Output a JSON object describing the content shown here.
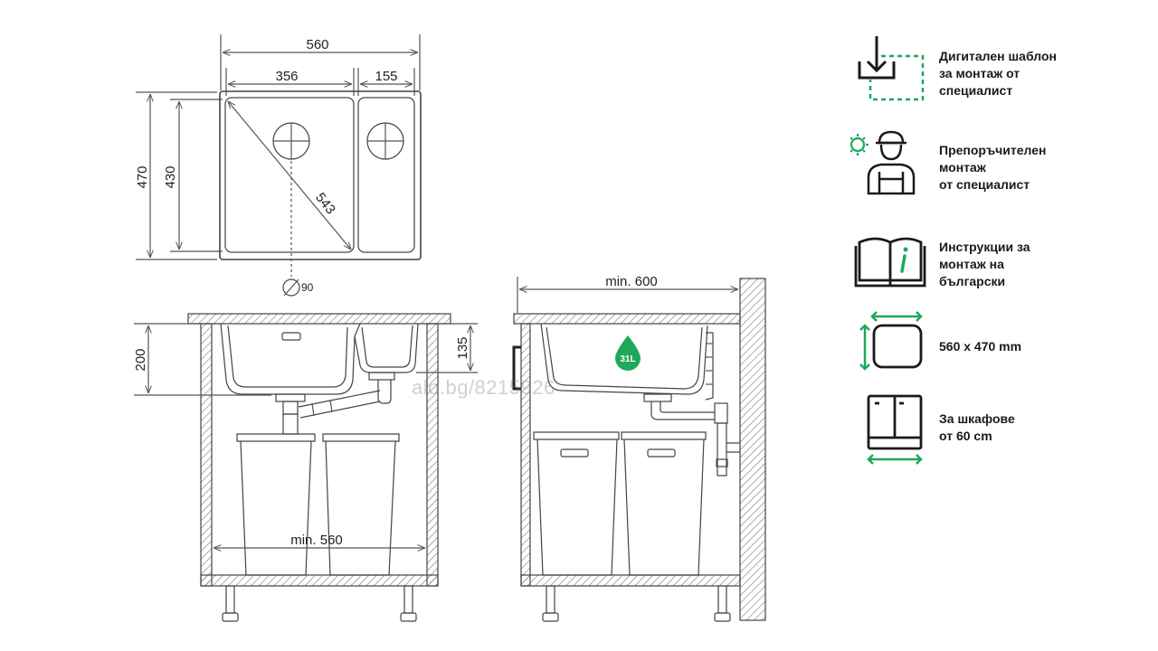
{
  "top_view": {
    "overall_width": "560",
    "main_bowl_width": "356",
    "small_bowl_width": "155",
    "overall_depth": "470",
    "bowl_depth": "430",
    "diagonal": "543",
    "drain_diameter": "90"
  },
  "front_view": {
    "bowl_height": "200",
    "small_bowl_height": "135",
    "cabinet_min_width": "min. 560"
  },
  "side_view": {
    "cabinet_min_width": "min. 600",
    "volume_badge": "31L"
  },
  "watermark": "alo.bg/8215926",
  "features": [
    {
      "icon": "download-template-icon",
      "lines": [
        "Дигитален шаблон",
        "за монтаж от",
        "специалист"
      ]
    },
    {
      "icon": "installer-worker-icon",
      "lines": [
        "Препоръчителен",
        "монтаж",
        "от специалист"
      ]
    },
    {
      "icon": "instruction-book-icon",
      "lines": [
        "Инструкции за",
        "монтаж на",
        "български"
      ]
    },
    {
      "icon": "sink-size-icon",
      "lines": [
        "560 x 470 mm"
      ]
    },
    {
      "icon": "cabinet-icon",
      "lines": [
        "За шкафове",
        "от 60 cm"
      ]
    }
  ],
  "colors": {
    "accent": "#1fa85a",
    "line": "#555555",
    "dark": "#1a1a1a"
  }
}
